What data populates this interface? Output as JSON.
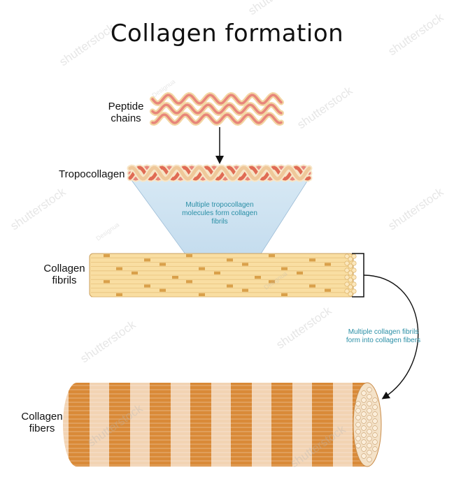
{
  "title": "Collagen formation",
  "labels": {
    "peptide_chains": "Peptide chains",
    "tropocollagen": "Tropocollagen",
    "collagen_fibrils": "Collagen fibrils",
    "collagen_fibers": "Collagen fibers"
  },
  "notes": {
    "tropocollagen_to_fibrils": "Multiple tropocollagen molecules form collagen fibrils",
    "fibrils_to_fibers": "Multiple collagen fibrils form into collagen fibers"
  },
  "watermarks": {
    "site": "shutterstock",
    "artist": "Designua"
  },
  "colors": {
    "peptide_red": "#e8867a",
    "peptide_cream": "#f3d6a3",
    "fibril_light": "#f9dea2",
    "fibril_dark": "#d9a04a",
    "fiber_orange": "#d98a38",
    "fiber_pale": "#f2d3b3",
    "cone_fill": "#cfe4f2",
    "note_text": "#2a8fa6"
  }
}
